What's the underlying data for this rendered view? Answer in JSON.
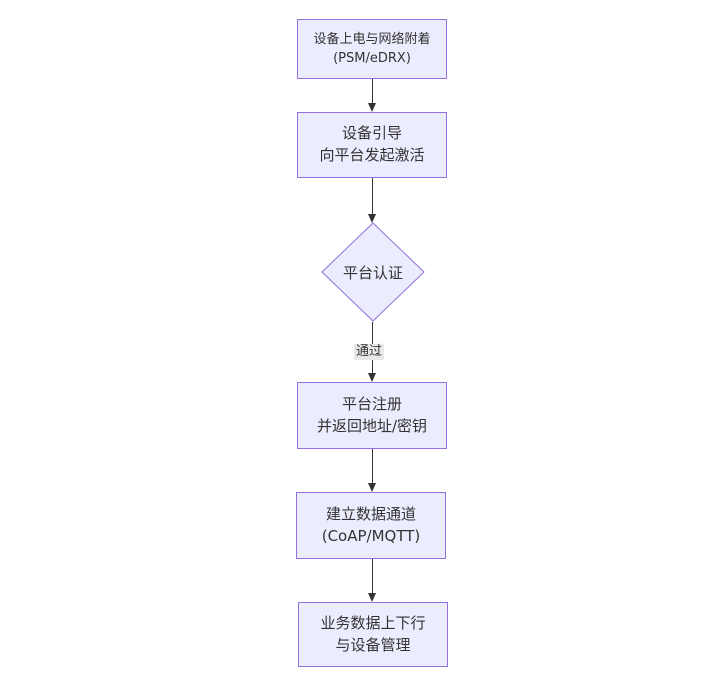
{
  "diagram": {
    "type": "flowchart",
    "direction": "top-to-bottom",
    "nodes": [
      {
        "id": "power-attach",
        "shape": "rect",
        "lines": [
          "设备上电与网络附着",
          "(PSM/eDRX)"
        ]
      },
      {
        "id": "bootstrap",
        "shape": "rect",
        "lines": [
          "设备引导",
          "向平台发起激活"
        ]
      },
      {
        "id": "auth",
        "shape": "diamond",
        "lines": [
          "平台认证"
        ]
      },
      {
        "id": "register",
        "shape": "rect",
        "lines": [
          "平台注册",
          "并返回地址/密钥"
        ]
      },
      {
        "id": "channel",
        "shape": "rect",
        "lines": [
          "建立数据通道",
          "(CoAP/MQTT)"
        ]
      },
      {
        "id": "business",
        "shape": "rect",
        "lines": [
          "业务数据上下行",
          "与设备管理"
        ]
      }
    ],
    "edges": [
      {
        "from": "power-attach",
        "to": "bootstrap",
        "label": ""
      },
      {
        "from": "bootstrap",
        "to": "auth",
        "label": ""
      },
      {
        "from": "auth",
        "to": "register",
        "label": "通过"
      },
      {
        "from": "register",
        "to": "channel",
        "label": ""
      },
      {
        "from": "channel",
        "to": "business",
        "label": ""
      }
    ],
    "colors": {
      "node_fill": "#ECECFF",
      "node_border": "#9370DB",
      "edge_line": "#333333",
      "edge_label_bg": "#e8e8e8",
      "text": "#333333",
      "background": "#ffffff"
    }
  }
}
